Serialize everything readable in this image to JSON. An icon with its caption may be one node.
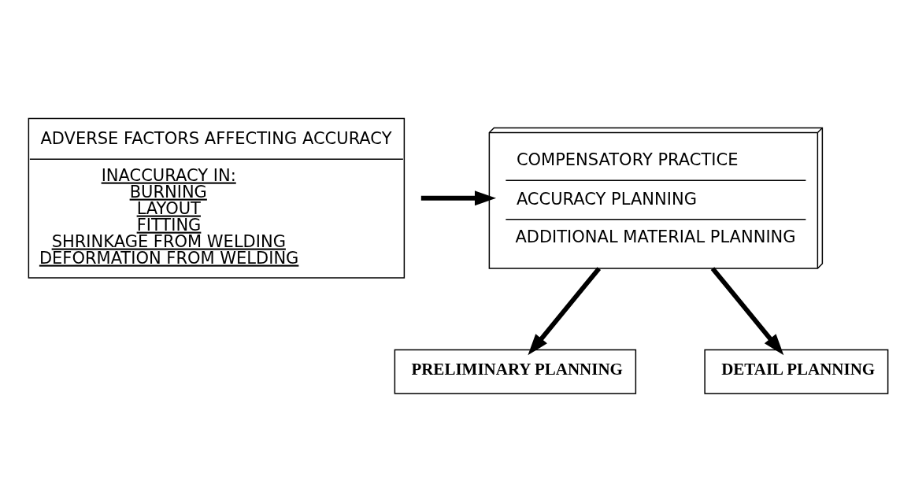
{
  "diagram": {
    "nodes": [
      {
        "text": [
          "ADVERSE FACTORS AFFECTING ACCURACY",
          "INACCURACY IN:",
          "BURNING",
          "LAYOUT",
          "FITTING",
          "SHRINKAGE FROM WELDING",
          "DEFORMATION FROM WELDING"
        ]
      },
      {
        "text": [
          "COMPENSATORY PRACTICE",
          "ACCURACY PLANNING",
          "ADDITIONAL MATERIAL PLANNING"
        ]
      },
      {
        "text": [
          "PRELIMINARY PLANNING"
        ]
      },
      {
        "text": [
          "DETAIL PLANNING"
        ]
      }
    ],
    "edges": [
      {
        "from": 0,
        "to": 1,
        "arrow": "to"
      },
      {
        "from": 1,
        "to": 2,
        "arrow": "to"
      },
      {
        "from": 1,
        "to": 3,
        "arrow": "to"
      }
    ]
  }
}
